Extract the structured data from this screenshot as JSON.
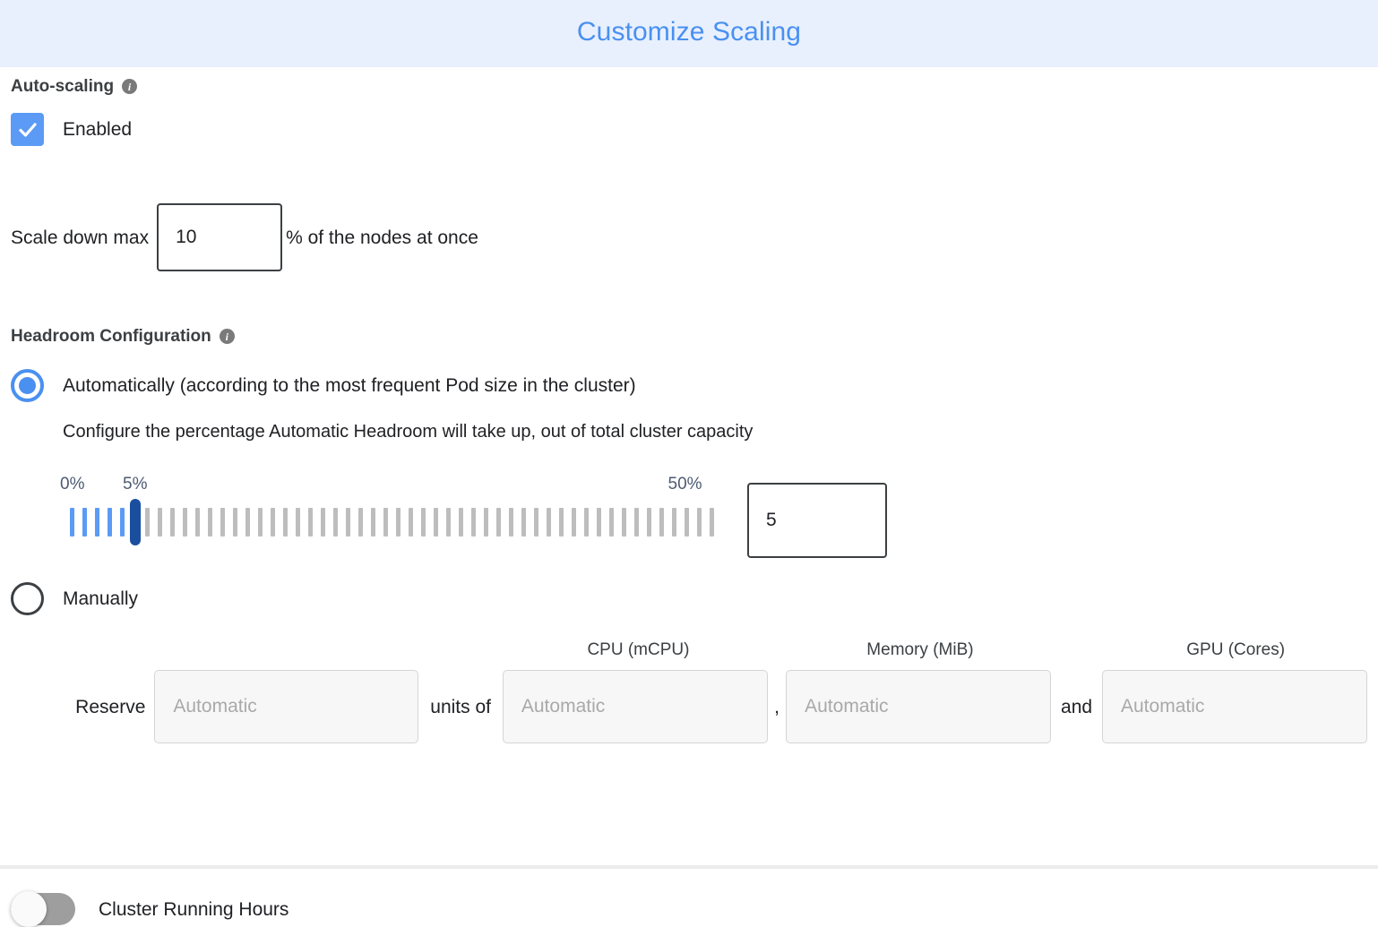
{
  "dialog": {
    "title": "Customize Scaling",
    "title_color": "#4a90f0",
    "header_bg": "#e8f0fe"
  },
  "autoscaling": {
    "section_label": "Auto-scaling",
    "info_icon": "info-icon",
    "checkbox": {
      "label": "Enabled",
      "checked": true,
      "color": "#5b9bf5"
    },
    "scale_down": {
      "prefix_label": "Scale down max",
      "value": "10",
      "suffix_label": "% of the nodes at once"
    }
  },
  "headroom": {
    "section_label": "Headroom Configuration",
    "info_icon": "info-icon",
    "options": [
      {
        "id": "automatic",
        "label": "Automatically (according to the most frequent Pod size in the cluster)",
        "selected": true,
        "helper_text": "Configure the percentage Automatic Headroom will take up, out of total cluster capacity"
      },
      {
        "id": "manual",
        "label": "Manually",
        "selected": false
      }
    ],
    "slider": {
      "min_label": "0%",
      "value_label": "5%",
      "max_label": "50%",
      "min": 0,
      "max": 50,
      "value": 5,
      "tick_count": 52,
      "active_tick_count": 6,
      "active_color": "#5b9bf5",
      "inactive_color": "#bdbdbd",
      "thumb_color": "#1a4fa0",
      "label_color": "#4d5b72",
      "input_value": "5"
    },
    "manual_reserve": {
      "reserve_label": "Reserve",
      "units_of_label": "units of",
      "comma_label": ",",
      "and_label": "and",
      "columns": [
        {
          "header": "",
          "placeholder": "Automatic"
        },
        {
          "header": "CPU (mCPU)",
          "placeholder": "Automatic"
        },
        {
          "header": "Memory (MiB)",
          "placeholder": "Automatic"
        },
        {
          "header": "GPU (Cores)",
          "placeholder": "Automatic"
        }
      ]
    }
  },
  "cluster_running_hours": {
    "label": "Cluster Running Hours",
    "enabled": false,
    "off_color": "#9e9e9e"
  }
}
